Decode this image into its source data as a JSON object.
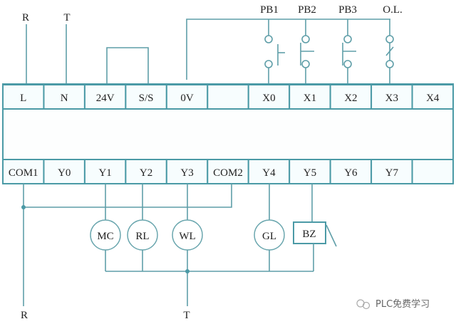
{
  "supply": {
    "top_left": "R",
    "top_right": "T",
    "bottom_left": "R",
    "bottom_right": "T"
  },
  "inputs_top": [
    "PB1",
    "PB2",
    "PB3",
    "O.L."
  ],
  "top_terminals": [
    "L",
    "N",
    "24V",
    "S/S",
    "0V",
    "",
    "X0",
    "X1",
    "X2",
    "X3",
    "X4"
  ],
  "bottom_terminals": [
    "COM1",
    "Y0",
    "Y1",
    "Y2",
    "Y3",
    "COM2",
    "Y4",
    "Y5",
    "Y6",
    "Y7",
    ""
  ],
  "loads": {
    "mc": "MC",
    "rl": "RL",
    "wl": "WL",
    "gl": "GL",
    "bz": "BZ"
  },
  "watermark": "PLC免费学习",
  "colors": {
    "wire": "#5f9ea8",
    "terminal_border": "#4b9aa6"
  }
}
